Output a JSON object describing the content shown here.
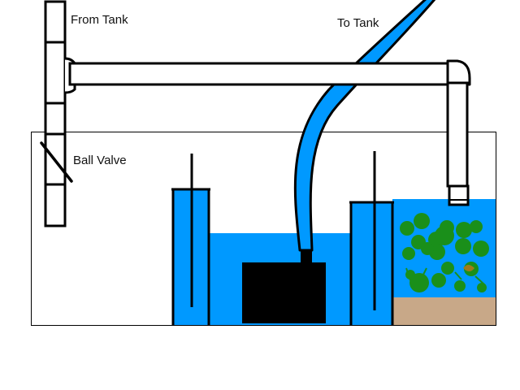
{
  "labels": {
    "from_tank": "From Tank",
    "to_tank": "To Tank",
    "ball_valve": "Ball Valve"
  },
  "colors": {
    "water": "#0099ff",
    "pump": "#000000",
    "sand": "#c8a888",
    "plant_green": "#1a8f1a",
    "outline": "#000000",
    "background": "#ffffff"
  }
}
